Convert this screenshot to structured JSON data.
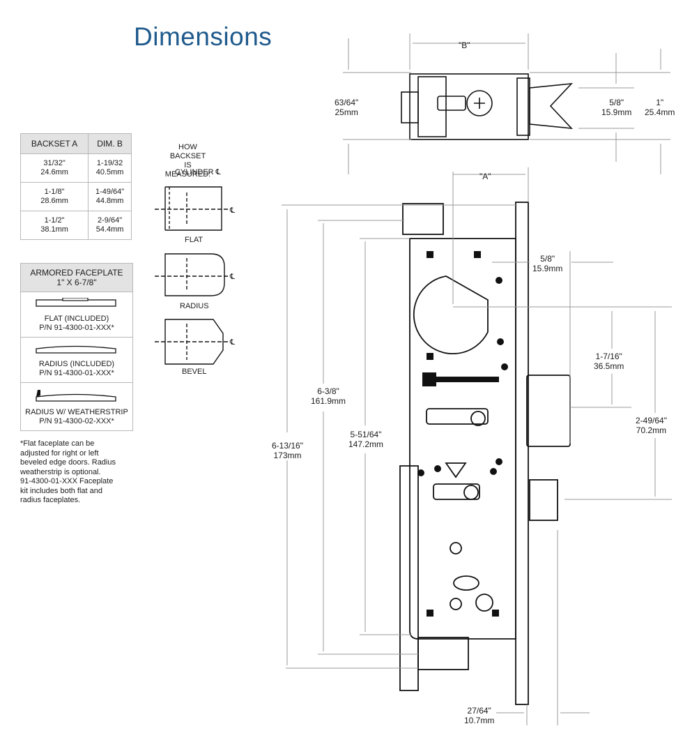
{
  "title": "Dimensions",
  "backset_table": {
    "headers": [
      "BACKSET A",
      "DIM. B"
    ],
    "rows": [
      {
        "a1": "31/32\"",
        "a2": "24.6mm",
        "b1": "1-19/32",
        "b2": "40.5mm"
      },
      {
        "a1": "1-1/8\"",
        "a2": "28.6mm",
        "b1": "1-49/64\"",
        "b2": "44.8mm"
      },
      {
        "a1": "1-1/2\"",
        "a2": "38.1mm",
        "b1": "2-9/64\"",
        "b2": "54.4mm"
      }
    ]
  },
  "armored": {
    "header_line1": "ARMORED FACEPLATE",
    "header_line2": "1\" X 6-7/8\"",
    "options": [
      {
        "line1": "FLAT (INCLUDED)",
        "line2": "P/N 91-4300-01-XXX*"
      },
      {
        "line1": "RADIUS (INCLUDED)",
        "line2": "P/N 91-4300-01-XXX*"
      },
      {
        "line1": "RADIUS W/ WEATHERSTRIP",
        "line2": "P/N 91-4300-02-XXX*"
      }
    ]
  },
  "note_lines": [
    "*Flat faceplate can be",
    "adjusted for right or left",
    "beveled edge doors. Radius",
    "weatherstrip is optional.",
    "91-4300-01-XXX Faceplate",
    "kit includes both flat and",
    "radius faceplates."
  ],
  "how_measured": {
    "line1": "HOW BACKSET",
    "line2": "IS MEASURED:",
    "cylinder": "CYLINDER ℄",
    "cl": "℄",
    "flat": "FLAT",
    "radius": "RADIUS",
    "bevel": "BEVEL"
  },
  "dimensions": {
    "b_label": "\"B\"",
    "a_label": "\"A\"",
    "top_left_in": "63/64\"",
    "top_left_mm": "25mm",
    "top_mid_in": "5/8\"",
    "top_mid_mm": "15.9mm",
    "top_right_in": "1\"",
    "top_right_mm": "25.4mm",
    "side_58_in": "5/8\"",
    "side_58_mm": "15.9mm",
    "d1_716_in": "1-7/16\"",
    "d1_716_mm": "36.5mm",
    "d2_4964_in": "2-49/64\"",
    "d2_4964_mm": "70.2mm",
    "d_638_in": "6-3/8\"",
    "d_638_mm": "161.9mm",
    "d_55164_in": "5-51/64\"",
    "d_55164_mm": "147.2mm",
    "d_61316_in": "6-13/16\"",
    "d_61316_mm": "173mm",
    "bottom_in": "27/64\"",
    "bottom_mm": "10.7mm"
  }
}
